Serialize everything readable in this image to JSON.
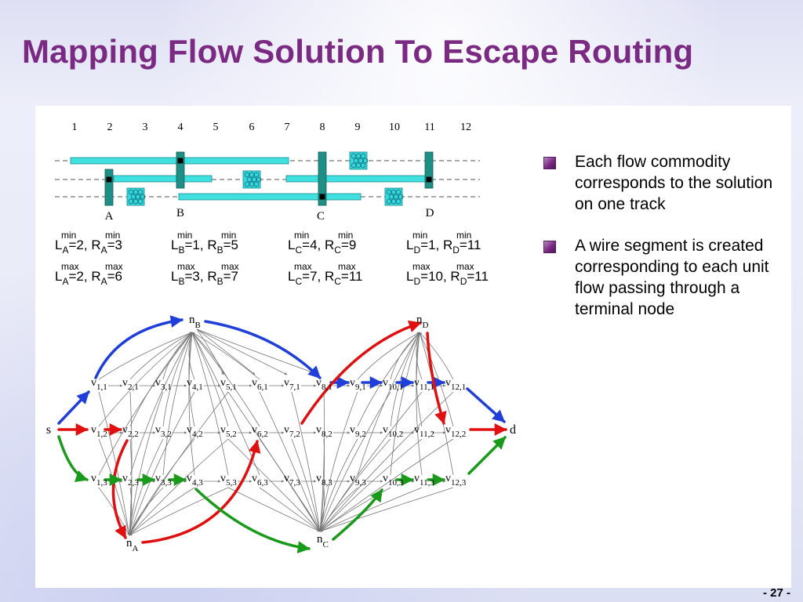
{
  "title": "Mapping Flow Solution To Escape Routing",
  "page_number": "- 27 -",
  "bullets": [
    "Each flow commodity corresponds to the solution on one track",
    "A wire segment is created corresponding to each unit flow passing through a terminal node"
  ],
  "diagram": {
    "columns": [
      "1",
      "2",
      "3",
      "4",
      "5",
      "6",
      "7",
      "8",
      "9",
      "10",
      "11",
      "12"
    ],
    "terminals": [
      "A",
      "B",
      "C",
      "D"
    ],
    "constraints": {
      "A": {
        "min_L": "2",
        "min_R": "3",
        "max_L": "2",
        "max_R": "6"
      },
      "B": {
        "min_L": "1",
        "min_R": "5",
        "max_L": "3",
        "max_R": "7"
      },
      "C": {
        "min_L": "4",
        "min_R": "9",
        "max_L": "7",
        "max_R": "11"
      },
      "D": {
        "min_L": "1",
        "min_R": "11",
        "max_L": "10",
        "max_R": "11"
      }
    },
    "graph": {
      "source": "s",
      "sink": "d",
      "terminal_nodes": [
        "A",
        "B",
        "C",
        "D"
      ],
      "rows": 3,
      "cols": 12
    },
    "colors": {
      "track": "#40e0e0",
      "terminal": "#1f8f86",
      "pad": "#35d6de",
      "flow_blue": "#1f3fd8",
      "flow_red": "#e01010",
      "flow_green": "#1a9a1a",
      "thin_edge": "#777777"
    }
  }
}
